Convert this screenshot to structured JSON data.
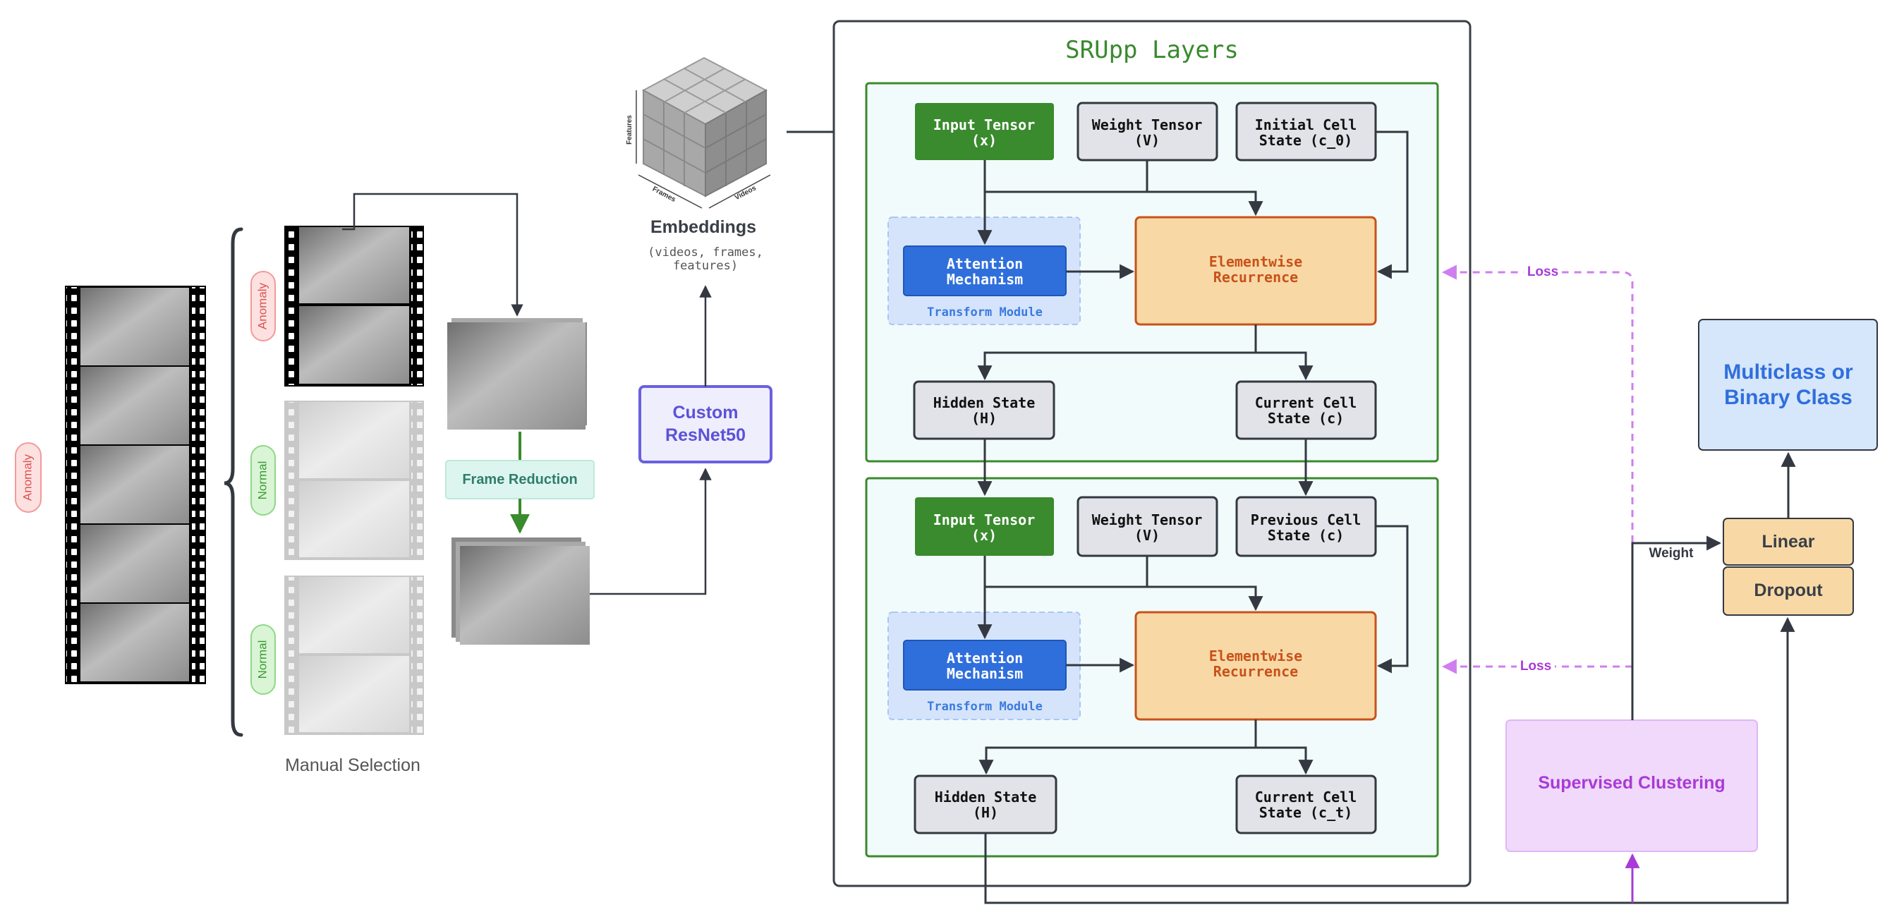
{
  "srupp": {
    "title": "SRUpp Layers"
  },
  "embeddings": {
    "label": "Embeddings",
    "dims_line1": "(videos, frames,",
    "dims_line2": "features)",
    "axis_features": "Features",
    "axis_frames": "Frames",
    "axis_videos": "Videos"
  },
  "left": {
    "tag_anomaly": "Anomaly",
    "tag_normal": "Normal",
    "manual_selection": "Manual Selection",
    "frame_reduction": "Frame Reduction"
  },
  "resnet": {
    "line1": "Custom",
    "line2": "ResNet50"
  },
  "layer1": {
    "input_l1": "Input Tensor",
    "input_l2": "(x)",
    "weight_l1": "Weight Tensor",
    "weight_l2": "(V)",
    "cell_l1": "Initial Cell",
    "cell_l2": "State (c_0)",
    "attn_l1": "Attention",
    "attn_l2": "Mechanism",
    "transform": "Transform Module",
    "rec_l1": "Elementwise",
    "rec_l2": "Recurrence",
    "hidden_l1": "Hidden State",
    "hidden_l2": "(H)",
    "curcell_l1": "Current Cell",
    "curcell_l2": "State (c)"
  },
  "layer2": {
    "input_l1": "Input Tensor",
    "input_l2": "(x)",
    "weight_l1": "Weight Tensor",
    "weight_l2": "(V)",
    "cell_l1": "Previous Cell",
    "cell_l2": "State (c)",
    "attn_l1": "Attention",
    "attn_l2": "Mechanism",
    "transform": "Transform Module",
    "rec_l1": "Elementwise",
    "rec_l2": "Recurrence",
    "hidden_l1": "Hidden State",
    "hidden_l2": "(H)",
    "curcell_l1": "Current Cell",
    "curcell_l2": "State (c_t)"
  },
  "right": {
    "loss": "Loss",
    "weight": "Weight",
    "linear": "Linear",
    "dropout": "Dropout",
    "output_l1": "Multiclass or",
    "output_l2": "Binary Class",
    "clustering": "Supervised Clustering"
  },
  "colors": {
    "green": "#3a8a2e",
    "blue": "#2f6fdc",
    "orange": "#c8521a",
    "peach": "#f8d9a6",
    "purple": "#a93ad6",
    "gray_box": "#e1e3e8",
    "dark": "#333841"
  }
}
